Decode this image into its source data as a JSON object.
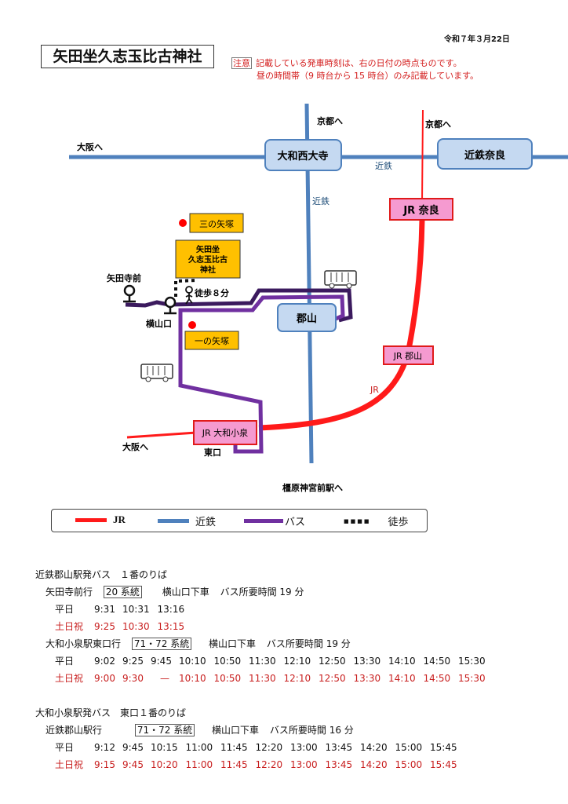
{
  "header": {
    "date": "令和７年３月22日",
    "title": "矢田坐久志玉比古神社",
    "notice_tag": "注意",
    "notice_line1": "記載している発車時刻は、右の日付の時点ものです。",
    "notice_line2": "昼の時間帯（9 時台から 15 時台）のみ記載しています。"
  },
  "colors": {
    "jr": "#ff1a1a",
    "kintetsu": "#4f81bd",
    "bus": "#7030a0",
    "bus_dark": "#3b1a5e",
    "station_fill": "#c5d9f1",
    "jr_station_fill": "#f59ad0",
    "place_fill": "#ffc000",
    "text_red": "#c81e1e"
  },
  "map": {
    "labels": {
      "osaka_top": "大阪へ",
      "kyoto_kintetsu": "京都へ",
      "kyoto_jr": "京都へ",
      "kintetsu_h": "近鉄",
      "kintetsu_v": "近鉄",
      "jr_line": "JR",
      "osaka_bottom": "大阪へ",
      "kashihara": "橿原神宮前駅へ",
      "higashiguchi": "東口",
      "yatadera_mae": "矢田寺前",
      "yokoyamaguchi": "横山口",
      "walk": "徒歩８分"
    },
    "stations": {
      "yamato_saidaiji": "大和西大寺",
      "kintetsu_nara": "近鉄奈良",
      "koriyama": "郡山",
      "jr_nara": "JR 奈良",
      "jr_koriyama": "JR 郡山",
      "jr_yamato_koizumi": "JR 大和小泉"
    },
    "places": {
      "sannoyazuka": "三の矢塚",
      "shrine_line1": "矢田坐",
      "shrine_line2": "久志玉比古",
      "shrine_line3": "神社",
      "ichinoyazuka": "一の矢塚"
    }
  },
  "legend": {
    "jr": "JR",
    "kintetsu": "近鉄",
    "bus": "バス",
    "walk_marker": "■■■■",
    "walk": "徒歩"
  },
  "timetables": [
    {
      "heading": "近鉄郡山駅発バス　１番のりば",
      "routes": [
        {
          "destination": "矢田寺前行",
          "system": "20 系統",
          "alight": "横山口下車",
          "duration": "バス所要時間 19 分",
          "weekday_label": "平日",
          "weekday": [
            "9:31",
            "10:31",
            "13:16"
          ],
          "holiday_label": "土日祝",
          "holiday": [
            "9:25",
            "10:30",
            "13:15"
          ]
        },
        {
          "destination": "大和小泉駅東口行",
          "system": "71・72 系統",
          "alight": "横山口下車",
          "duration": "バス所要時間 19 分",
          "weekday_label": "平日",
          "weekday": [
            "9:02",
            "9:25",
            "9:45",
            "10:10",
            "10:50",
            "11:30",
            "12:10",
            "12:50",
            "13:30",
            "14:10",
            "14:50",
            "15:30"
          ],
          "holiday_label": "土日祝",
          "holiday": [
            "9:00",
            "9:30",
            "—",
            "10:10",
            "10:50",
            "11:30",
            "12:10",
            "12:50",
            "13:30",
            "14:10",
            "14:50",
            "15:30"
          ]
        }
      ]
    },
    {
      "heading": "大和小泉駅発バス　東口１番のりば",
      "routes": [
        {
          "destination": "近鉄郡山駅行",
          "system": "71・72 系統",
          "alight": "横山口下車",
          "duration": "バス所要時間 16 分",
          "weekday_label": "平日",
          "weekday": [
            "9:12",
            "9:45",
            "10:15",
            "11:00",
            "11:45",
            "12:20",
            "13:00",
            "13:45",
            "14:20",
            "15:00",
            "15:45"
          ],
          "holiday_label": "土日祝",
          "holiday": [
            "9:15",
            "9:45",
            "10:20",
            "11:00",
            "11:45",
            "12:20",
            "13:00",
            "13:45",
            "14:20",
            "15:00",
            "15:45"
          ]
        }
      ]
    }
  ]
}
